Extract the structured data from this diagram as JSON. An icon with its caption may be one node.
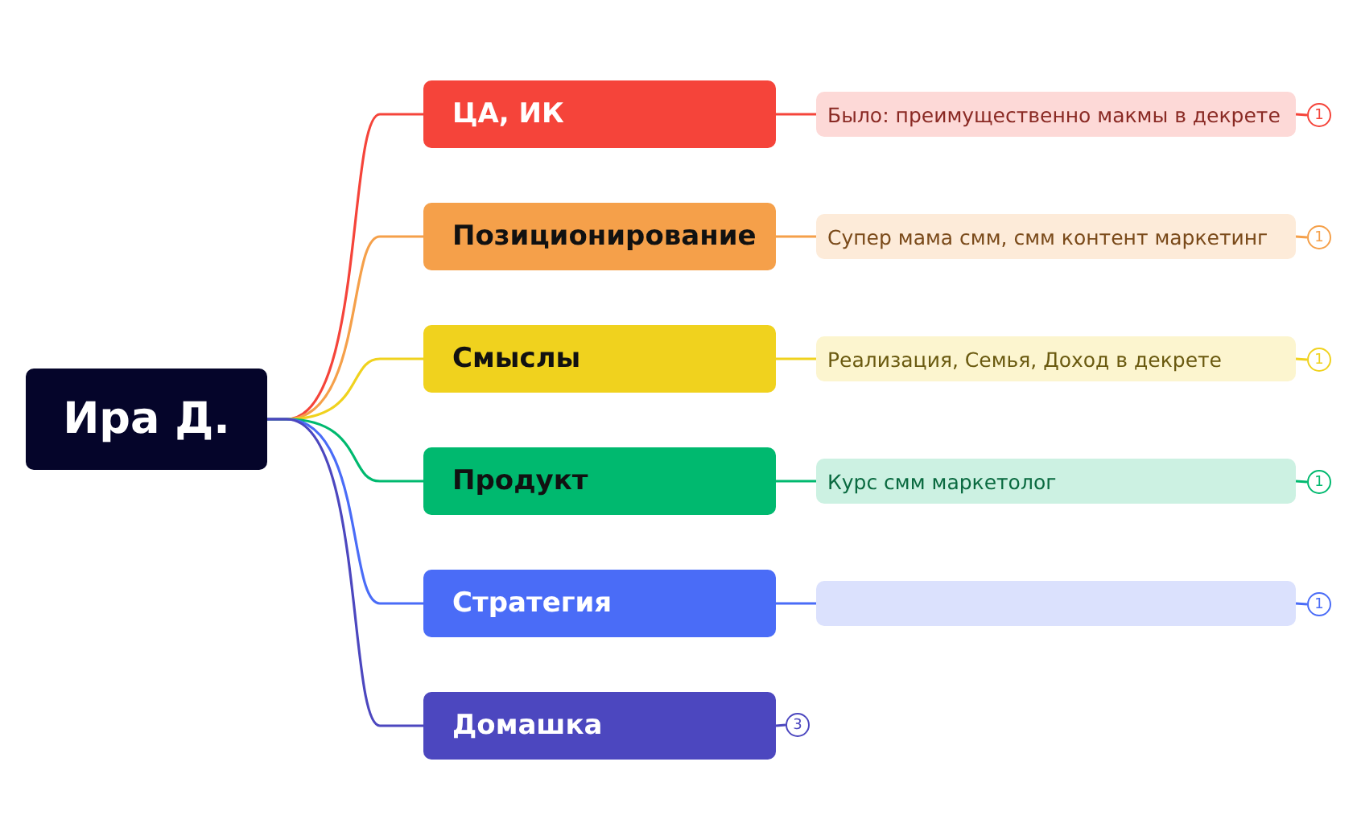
{
  "diagram": {
    "nodes": [
      {
        "text": [
          "Ира Д."
        ]
      },
      {
        "text": [
          "ЦА, ИК"
        ]
      },
      {
        "text": [
          "Позиционирование"
        ]
      },
      {
        "text": [
          "Смыслы"
        ]
      },
      {
        "text": [
          "Продукт"
        ]
      },
      {
        "text": [
          "Стратегия"
        ]
      },
      {
        "text": [
          "Домашка"
        ]
      },
      {
        "text": [
          "Было: преимущественно макмы в декрете"
        ]
      },
      {
        "text": [
          "Супер мама смм, смм контент маркетинг"
        ]
      },
      {
        "text": [
          "Реализация, Семья, Доход в декрете"
        ]
      },
      {
        "text": [
          "Курс смм маркетолог"
        ]
      },
      {
        "text": [],
        "shape": "box"
      },
      {
        "text": [
          "1"
        ]
      },
      {
        "text": [
          "1"
        ]
      },
      {
        "text": [
          "1"
        ]
      },
      {
        "text": [
          "1"
        ]
      },
      {
        "text": [
          "1"
        ]
      },
      {
        "text": [
          "3"
        ]
      }
    ],
    "edges": [
      {
        "from": 0,
        "to": 1,
        "arrow": "none",
        "color": "#f5443a"
      },
      {
        "from": 0,
        "to": 2,
        "arrow": "none",
        "color": "#f5a04a"
      },
      {
        "from": 0,
        "to": 3,
        "arrow": "none",
        "color": "#f0d21e"
      },
      {
        "from": 0,
        "to": 4,
        "arrow": "none",
        "color": "#00b96f"
      },
      {
        "from": 0,
        "to": 5,
        "arrow": "none",
        "color": "#4a6cf7"
      },
      {
        "from": 0,
        "to": 6,
        "arrow": "none",
        "color": "#4c47bf"
      },
      {
        "from": 1,
        "to": 7,
        "arrow": "none",
        "color": "#f5443a"
      },
      {
        "from": 2,
        "to": 8,
        "arrow": "none",
        "color": "#f5a04a"
      },
      {
        "from": 3,
        "to": 9,
        "arrow": "none",
        "color": "#f0d21e"
      },
      {
        "from": 4,
        "to": 10,
        "arrow": "none",
        "color": "#00b96f"
      },
      {
        "from": 5,
        "to": 11,
        "arrow": "none",
        "color": "#4a6cf7"
      },
      {
        "from": 7,
        "to": 12,
        "arrow": "none",
        "color": "#f5443a"
      },
      {
        "from": 8,
        "to": 13,
        "arrow": "none",
        "color": "#f5a04a"
      },
      {
        "from": 9,
        "to": 14,
        "arrow": "none",
        "color": "#f0d21e"
      },
      {
        "from": 10,
        "to": 15,
        "arrow": "none",
        "color": "#00b96f"
      },
      {
        "from": 11,
        "to": 16,
        "arrow": "none",
        "color": "#4a6cf7"
      },
      {
        "from": 6,
        "to": 17,
        "arrow": "none",
        "color": "#4c47bf"
      }
    ]
  }
}
